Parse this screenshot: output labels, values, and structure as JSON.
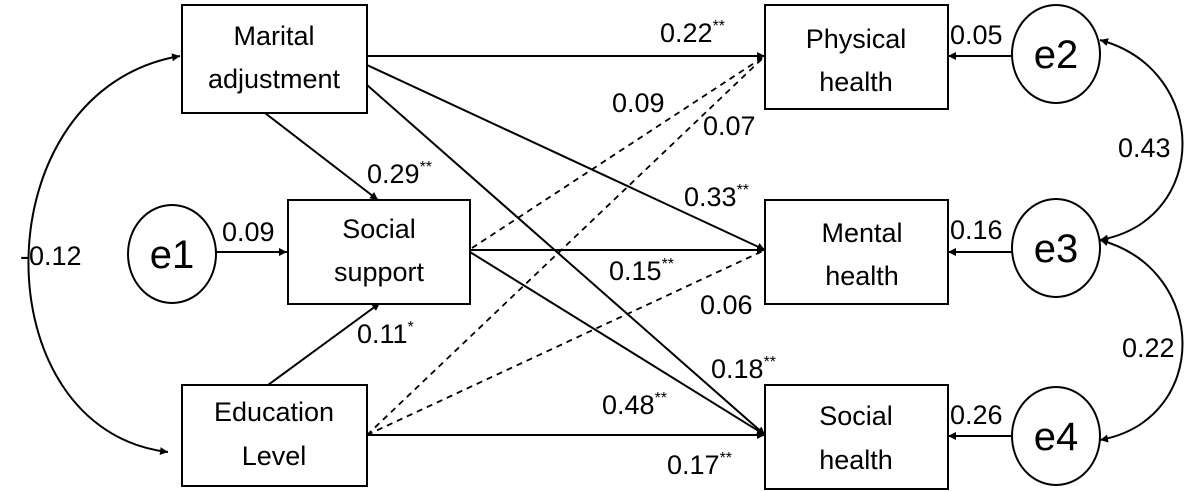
{
  "nodes": {
    "marital": {
      "line1": "Marital",
      "line2": "adjustment"
    },
    "social_support": {
      "line1": "Social",
      "line2": "support"
    },
    "education": {
      "line1": "Education",
      "line2": "Level"
    },
    "physical": {
      "line1": "Physical",
      "line2": "health"
    },
    "mental": {
      "line1": "Mental",
      "line2": "health"
    },
    "social_health": {
      "line1": "Social",
      "line2": "health"
    }
  },
  "errors": {
    "e1": "e1",
    "e2": "e2",
    "e3": "e3",
    "e4": "e4"
  },
  "coefficients": {
    "marital_physical": {
      "value": "0.22",
      "sig": "**"
    },
    "marital_support": {
      "value": "0.29",
      "sig": "**"
    },
    "marital_mental": {
      "value": "0.33",
      "sig": "**"
    },
    "marital_social": {
      "value": "0.18",
      "sig": "**"
    },
    "support_physical": {
      "value": "0.09"
    },
    "education_physical": {
      "value": "0.07"
    },
    "support_mental": {
      "value": "0.15",
      "sig": "**"
    },
    "education_mental": {
      "value": "0.06"
    },
    "education_support": {
      "value": "0.11",
      "sig": "*"
    },
    "support_social": {
      "value": "0.48",
      "sig": "**"
    },
    "education_social": {
      "value": "0.17",
      "sig": "**"
    },
    "marital_education_cov": {
      "value": "-0.12"
    },
    "e1_support": {
      "value": "0.09"
    },
    "e2_physical": {
      "value": "0.05"
    },
    "e3_mental": {
      "value": "0.16"
    },
    "e4_social": {
      "value": "0.26"
    },
    "e2_e3_cov": {
      "value": "0.43"
    },
    "e3_e4_cov": {
      "value": "0.22"
    }
  }
}
